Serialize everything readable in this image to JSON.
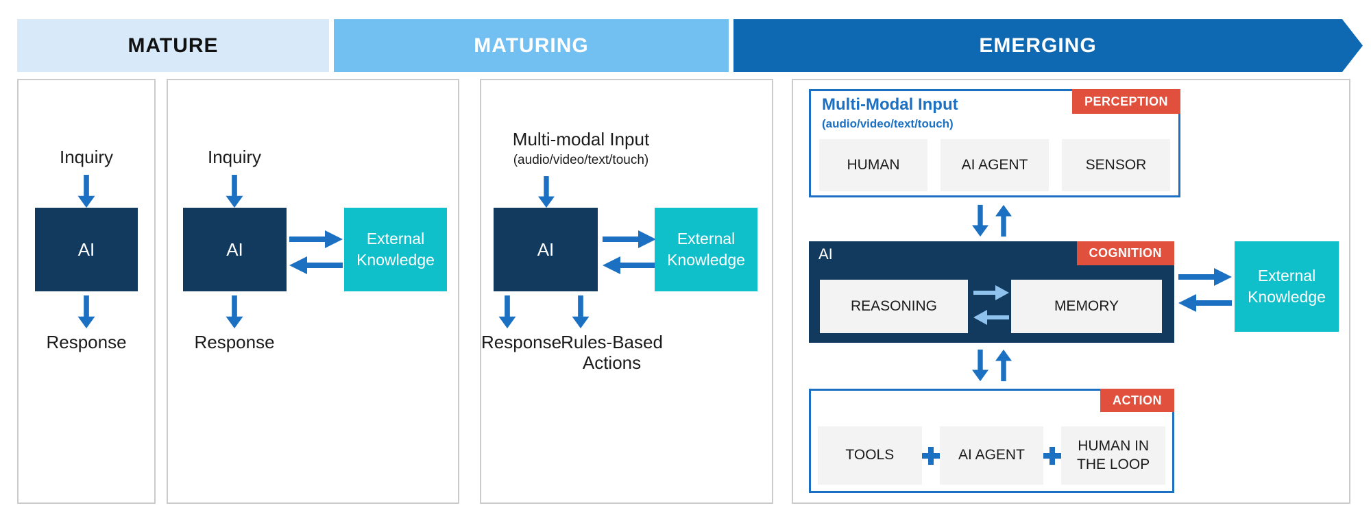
{
  "banners": {
    "mature": "MATURE",
    "maturing": "MATURING",
    "emerging": "EMERGING"
  },
  "colors": {
    "banner_mature_bg": "#D8E9F9",
    "banner_maturing_bg": "#72BFF2",
    "banner_emerging_bg": "#0E69B2",
    "navy": "#12395E",
    "teal": "#0FBFC9",
    "arrow_blue": "#1B70C2",
    "arrow_light_blue": "#8FC3EE",
    "badge_red": "#E0503C",
    "item_gray": "#F3F3F4",
    "outline_blue": "#1C70C2",
    "panel_border": "#C9CBCD",
    "title_blue": "#1C70C2"
  },
  "panels": {
    "mature": {
      "input": "Inquiry",
      "ai": "AI",
      "output": "Response"
    },
    "maturing": {
      "input": "Inquiry",
      "ai": "AI",
      "knowledge": "External Knowledge",
      "output": "Response"
    },
    "late_maturing": {
      "input_title": "Multi-modal Input",
      "input_subtitle": "(audio/video/text/touch)",
      "ai": "AI",
      "knowledge": "External Knowledge",
      "output": "Response",
      "actions": "Rules-Based Actions"
    },
    "emerging": {
      "perception": {
        "title": "Multi-Modal Input",
        "subtitle": "(audio/video/text/touch)",
        "badge": "PERCEPTION",
        "items": [
          "HUMAN",
          "AI AGENT",
          "SENSOR"
        ]
      },
      "cognition": {
        "label": "AI",
        "badge": "COGNITION",
        "reasoning": "REASONING",
        "memory": "MEMORY"
      },
      "knowledge": "External Knowledge",
      "action": {
        "badge": "ACTION",
        "items": [
          "TOOLS",
          "AI AGENT",
          "HUMAN IN THE LOOP"
        ]
      }
    }
  }
}
